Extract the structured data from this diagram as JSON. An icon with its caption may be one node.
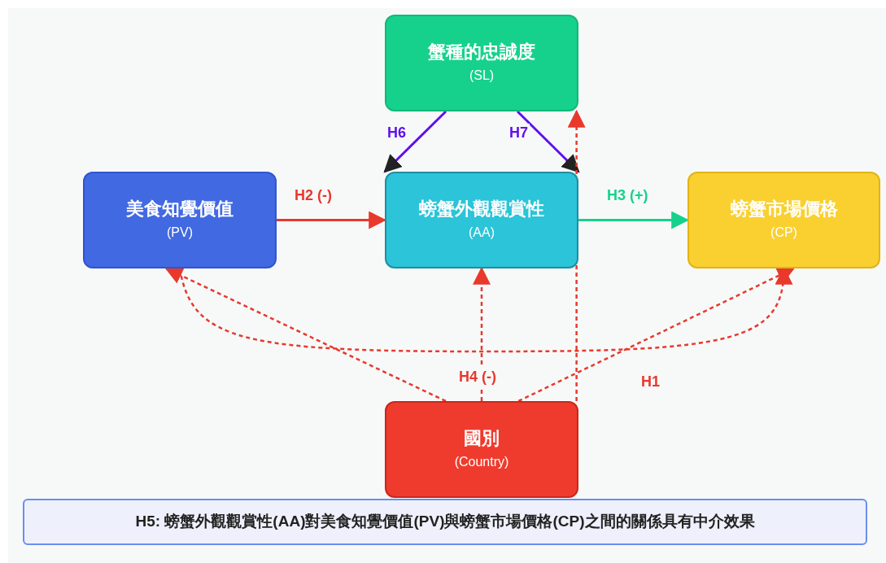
{
  "diagram": {
    "nodes": [
      {
        "text": [
          "蟹種的忠誠度",
          "(SL)"
        ]
      },
      {
        "text": [
          "美食知覺價值",
          "(PV)"
        ]
      },
      {
        "text": [
          "螃蟹外觀觀賞性",
          "(AA)"
        ]
      },
      {
        "text": [
          "螃蟹市場價格",
          "(CP)"
        ]
      },
      {
        "text": [
          "國別",
          "(Country)"
        ]
      },
      {
        "text": [
          "H5: 螃蟹外觀觀賞性(AA)對美食知覺價值(PV)與螃蟹市場價格(CP)之間的關係具有中介效果"
        ]
      }
    ],
    "edges": [
      {
        "from": 0,
        "to": 2,
        "arrow": "to",
        "label": "H6",
        "color": "#6010ee"
      },
      {
        "from": 0,
        "to": 2,
        "arrow": "to",
        "label": "H7",
        "color": "#6010ee"
      },
      {
        "from": 1,
        "to": 2,
        "arrow": "to",
        "label": "H2 (-)"
      },
      {
        "from": 2,
        "to": 3,
        "arrow": "to",
        "label": "H3 (+)",
        "color": "#16d18c"
      },
      {
        "from": 4,
        "to": 1,
        "arrow": "to",
        "style": "dashed"
      },
      {
        "from": 4,
        "to": 2,
        "arrow": "to",
        "label": "H4 (-)",
        "style": "dashed"
      },
      {
        "from": 4,
        "to": 3,
        "arrow": "to",
        "label": "H1",
        "style": "dashed"
      },
      {
        "from": 4,
        "to": 0,
        "arrow": "to",
        "style": "dashed"
      },
      {
        "from": 1,
        "to": 3,
        "arrow": "to",
        "style": "dashed"
      }
    ]
  }
}
